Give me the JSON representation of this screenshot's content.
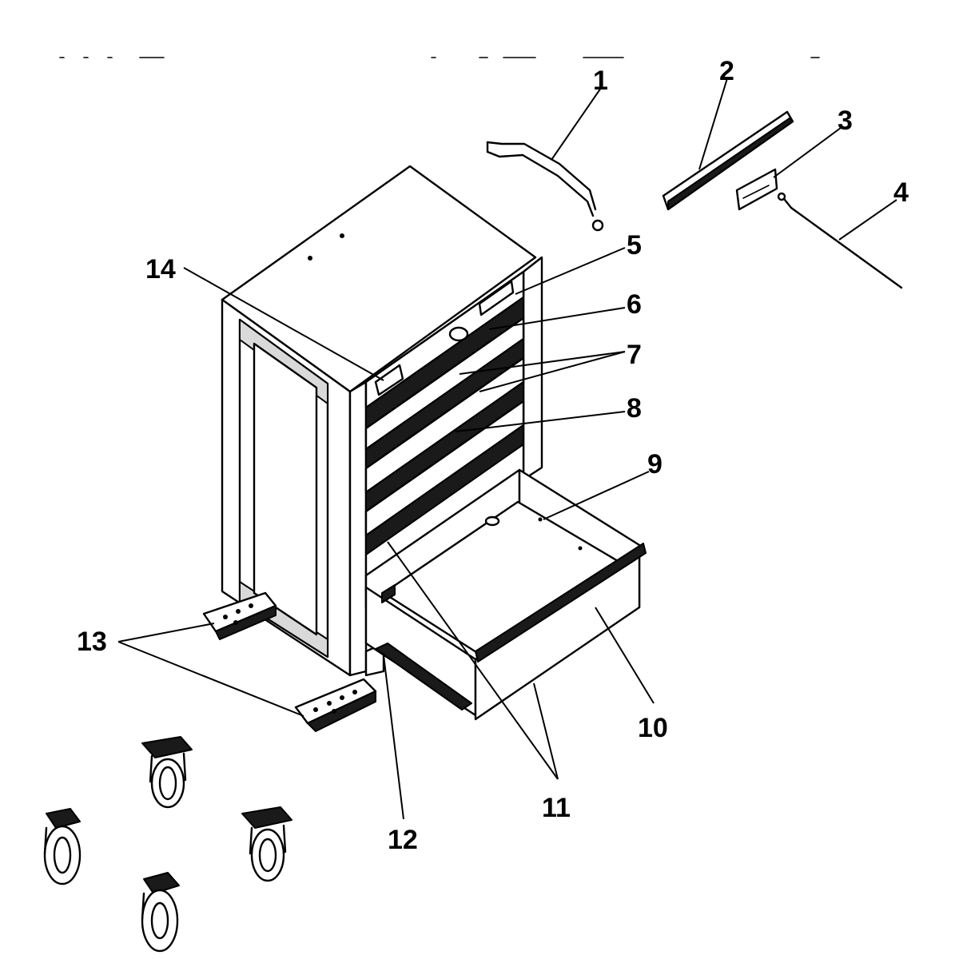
{
  "callouts": [
    {
      "id": "1",
      "text": "1"
    },
    {
      "id": "2",
      "text": "2"
    },
    {
      "id": "3",
      "text": "3"
    },
    {
      "id": "4",
      "text": "4"
    },
    {
      "id": "5",
      "text": "5"
    },
    {
      "id": "6",
      "text": "6"
    },
    {
      "id": "7",
      "text": "7"
    },
    {
      "id": "8",
      "text": "8"
    },
    {
      "id": "9",
      "text": "9"
    },
    {
      "id": "10",
      "text": "10"
    },
    {
      "id": "11",
      "text": "11"
    },
    {
      "id": "12",
      "text": "12"
    },
    {
      "id": "13",
      "text": "13"
    },
    {
      "id": "14",
      "text": "14"
    }
  ],
  "parts": {
    "cabinet_drawers": 5,
    "casters": 4,
    "caster_base_plates": 2
  },
  "colors": {
    "line": "#000000",
    "background": "#ffffff"
  }
}
